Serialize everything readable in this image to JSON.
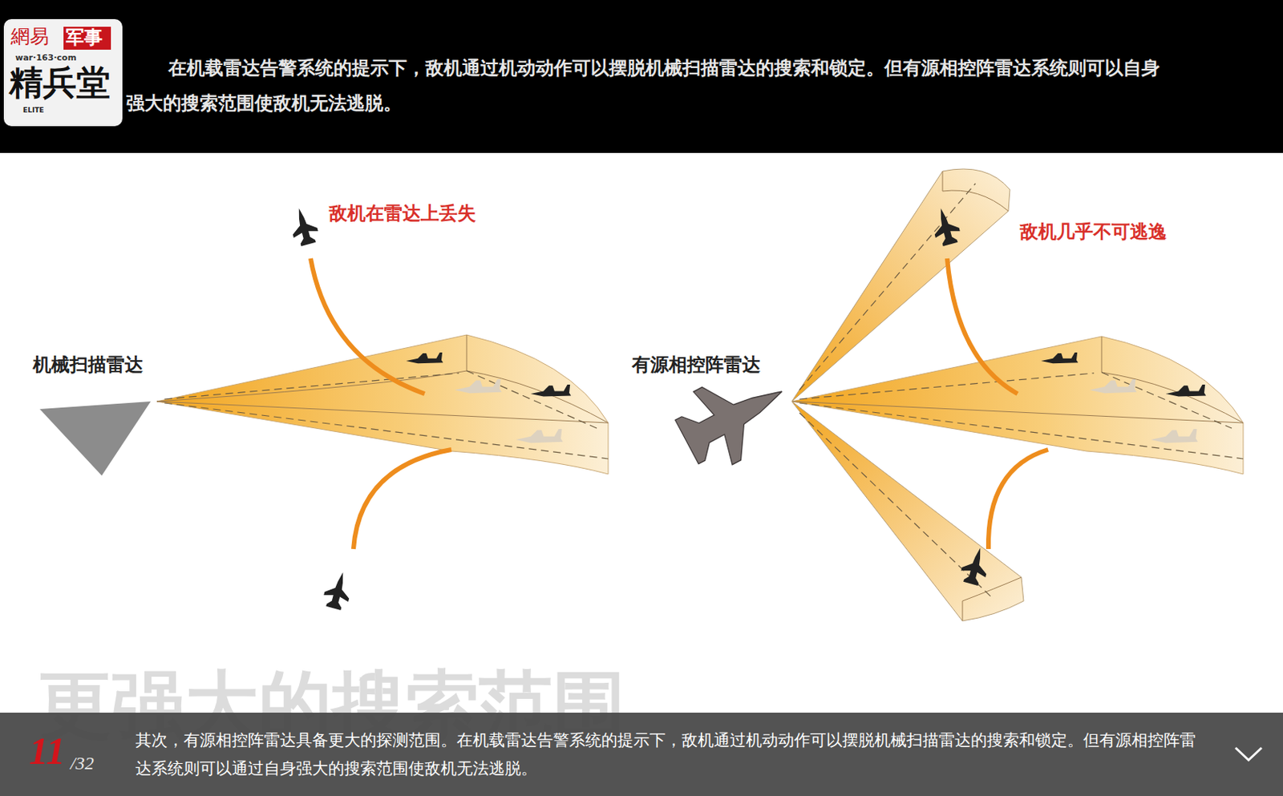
{
  "diagram": {
    "title": "在机载雷达告警系统的提示下，敌机通过机动动作可以摆脱机械扫描雷达的搜索和锁定。但有源相控阵雷达系统则可以自身强大的搜索范围使敌机无法逃脱。",
    "caption": "其次，有源相控阵雷达具备更大的探测范围。在机载雷达告警系统的提示下，敌机通过机动动作可以摆脱机械扫描雷达的搜索和锁定。但有源相控阵雷达系统则可以通过自身强大的搜索范围使敌机无法逃脱。",
    "labels": [
      "網易",
      "军事",
      "war·163·com",
      "精兵堂",
      "ELITE",
      "敌机在雷达上丢失",
      "机械扫描雷达",
      "有源相控阵雷达",
      "敌机几乎不可逃逸",
      "更强大的搜索范围",
      "11",
      "/32"
    ]
  }
}
